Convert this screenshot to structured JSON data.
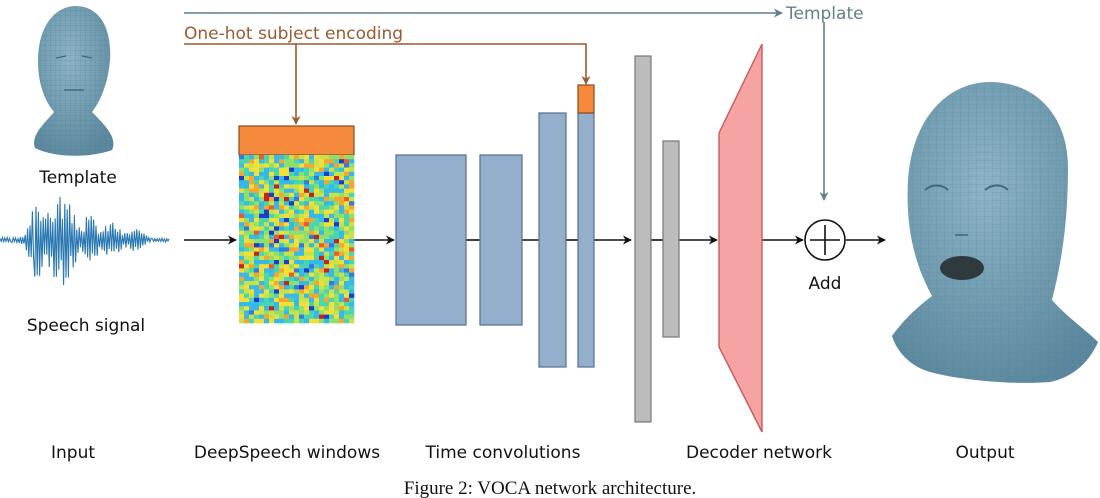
{
  "labels": {
    "template_top": "Template",
    "one_hot": "One-hot subject encoding",
    "template_input": "Template",
    "speech_signal": "Speech signal",
    "add": "Add"
  },
  "columns": {
    "input": "Input",
    "deepspeech": "DeepSpeech windows",
    "time_conv": "Time convolutions",
    "decoder": "Decoder network",
    "output": "Output"
  },
  "caption": "Figure 2: VOCA network architecture.",
  "colors": {
    "template_line": "#617f88",
    "onehot_line": "#9a5a30",
    "onehot_block": "#f58a3c",
    "conv_block": "#94afcb",
    "conv_stroke": "#556f8e",
    "dense_block": "#bcbcbc",
    "decoder_fill": "#f6a3a3",
    "decoder_stroke": "#c85a5a",
    "head_skin": "#6e9ab0",
    "waveform": "#2a78b2"
  },
  "icons": {
    "input_head": "template-head-icon",
    "waveform": "speech-waveform-icon",
    "output_head": "output-head-icon",
    "add": "add-circle-icon"
  }
}
